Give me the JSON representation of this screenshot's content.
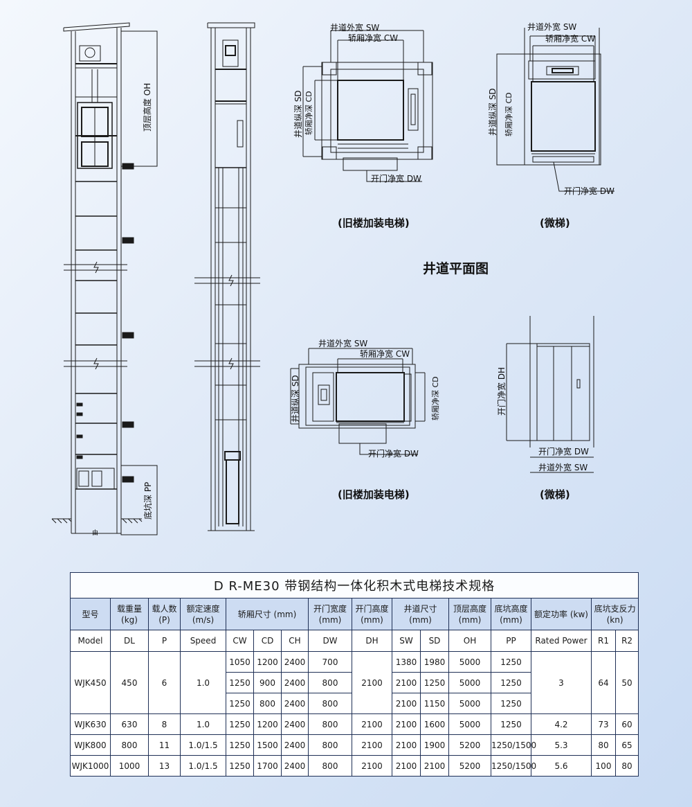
{
  "labels": {
    "top_floor_height": "顶层高度 OH",
    "pit_depth": "底坑深 PP",
    "shaft_width": "井道外宽 SW",
    "car_width": "轿厢净宽 CW",
    "shaft_depth": "井道纵深 SD",
    "car_depth": "轿厢净深 CD",
    "door_width": "开门净宽 DW",
    "door_height": "开门净宽 DH",
    "caption_old_building": "(旧楼加装电梯)",
    "caption_micro": "(微梯)",
    "section_title": "井道平面图",
    "pit_mark": "由"
  },
  "spec": {
    "title": "D R-ME30 带钢结构一体化积木式电梯技术规格",
    "headers": {
      "model": "型号",
      "load": "载重量\n(kg)",
      "persons": "载人数\n(P)",
      "speed": "额定速度\n(m/s)",
      "car_size": "轿厢尺寸 (mm)",
      "door_width": "开门宽度\n(mm)",
      "door_height": "开门高度\n(mm)",
      "shaft_size": "井道尺寸\n(mm)",
      "oh": "顶层高度\n(mm)",
      "pp": "底坑高度\n(mm)",
      "power": "额定功率 (kw)",
      "reaction": "底坑支反力\n(kn)"
    },
    "en_headers": [
      "Model",
      "DL",
      "P",
      "Speed",
      "CW",
      "CD",
      "CH",
      "DW",
      "DH",
      "SW",
      "SD",
      "OH",
      "PP",
      "Rated Power",
      "R1",
      "R2"
    ],
    "wjk450": {
      "model": "WJK450",
      "load": "450",
      "persons": "6",
      "speed": "1.0",
      "door_height": "2100",
      "power": "3",
      "r1": "64",
      "r2": "50",
      "rows": [
        {
          "cw": "1050",
          "cd": "1200",
          "ch": "2400",
          "dw": "700",
          "sw": "1380",
          "sd": "1980",
          "oh": "5000",
          "pp": "1250"
        },
        {
          "cw": "1250",
          "cd": "900",
          "ch": "2400",
          "dw": "800",
          "sw": "2100",
          "sd": "1250",
          "oh": "5000",
          "pp": "1250"
        },
        {
          "cw": "1250",
          "cd": "800",
          "ch": "2400",
          "dw": "800",
          "sw": "2100",
          "sd": "1150",
          "oh": "5000",
          "pp": "1250"
        }
      ]
    },
    "others": [
      {
        "model": "WJK630",
        "load": "630",
        "persons": "8",
        "speed": "1.0",
        "cw": "1250",
        "cd": "1200",
        "ch": "2400",
        "dw": "800",
        "dh": "2100",
        "sw": "2100",
        "sd": "1600",
        "oh": "5000",
        "pp": "1250",
        "power": "4.2",
        "r1": "73",
        "r2": "60"
      },
      {
        "model": "WJK800",
        "load": "800",
        "persons": "11",
        "speed": "1.0/1.5",
        "cw": "1250",
        "cd": "1500",
        "ch": "2400",
        "dw": "800",
        "dh": "2100",
        "sw": "2100",
        "sd": "1900",
        "oh": "5200",
        "pp": "1250/1500",
        "power": "5.3",
        "r1": "80",
        "r2": "65"
      },
      {
        "model": "WJK1000",
        "load": "1000",
        "persons": "13",
        "speed": "1.0/1.5",
        "cw": "1250",
        "cd": "1700",
        "ch": "2400",
        "dw": "800",
        "dh": "2100",
        "sw": "2100",
        "sd": "2100",
        "oh": "5200",
        "pp": "1250/1500",
        "power": "5.6",
        "r1": "100",
        "r2": "80"
      }
    ]
  }
}
